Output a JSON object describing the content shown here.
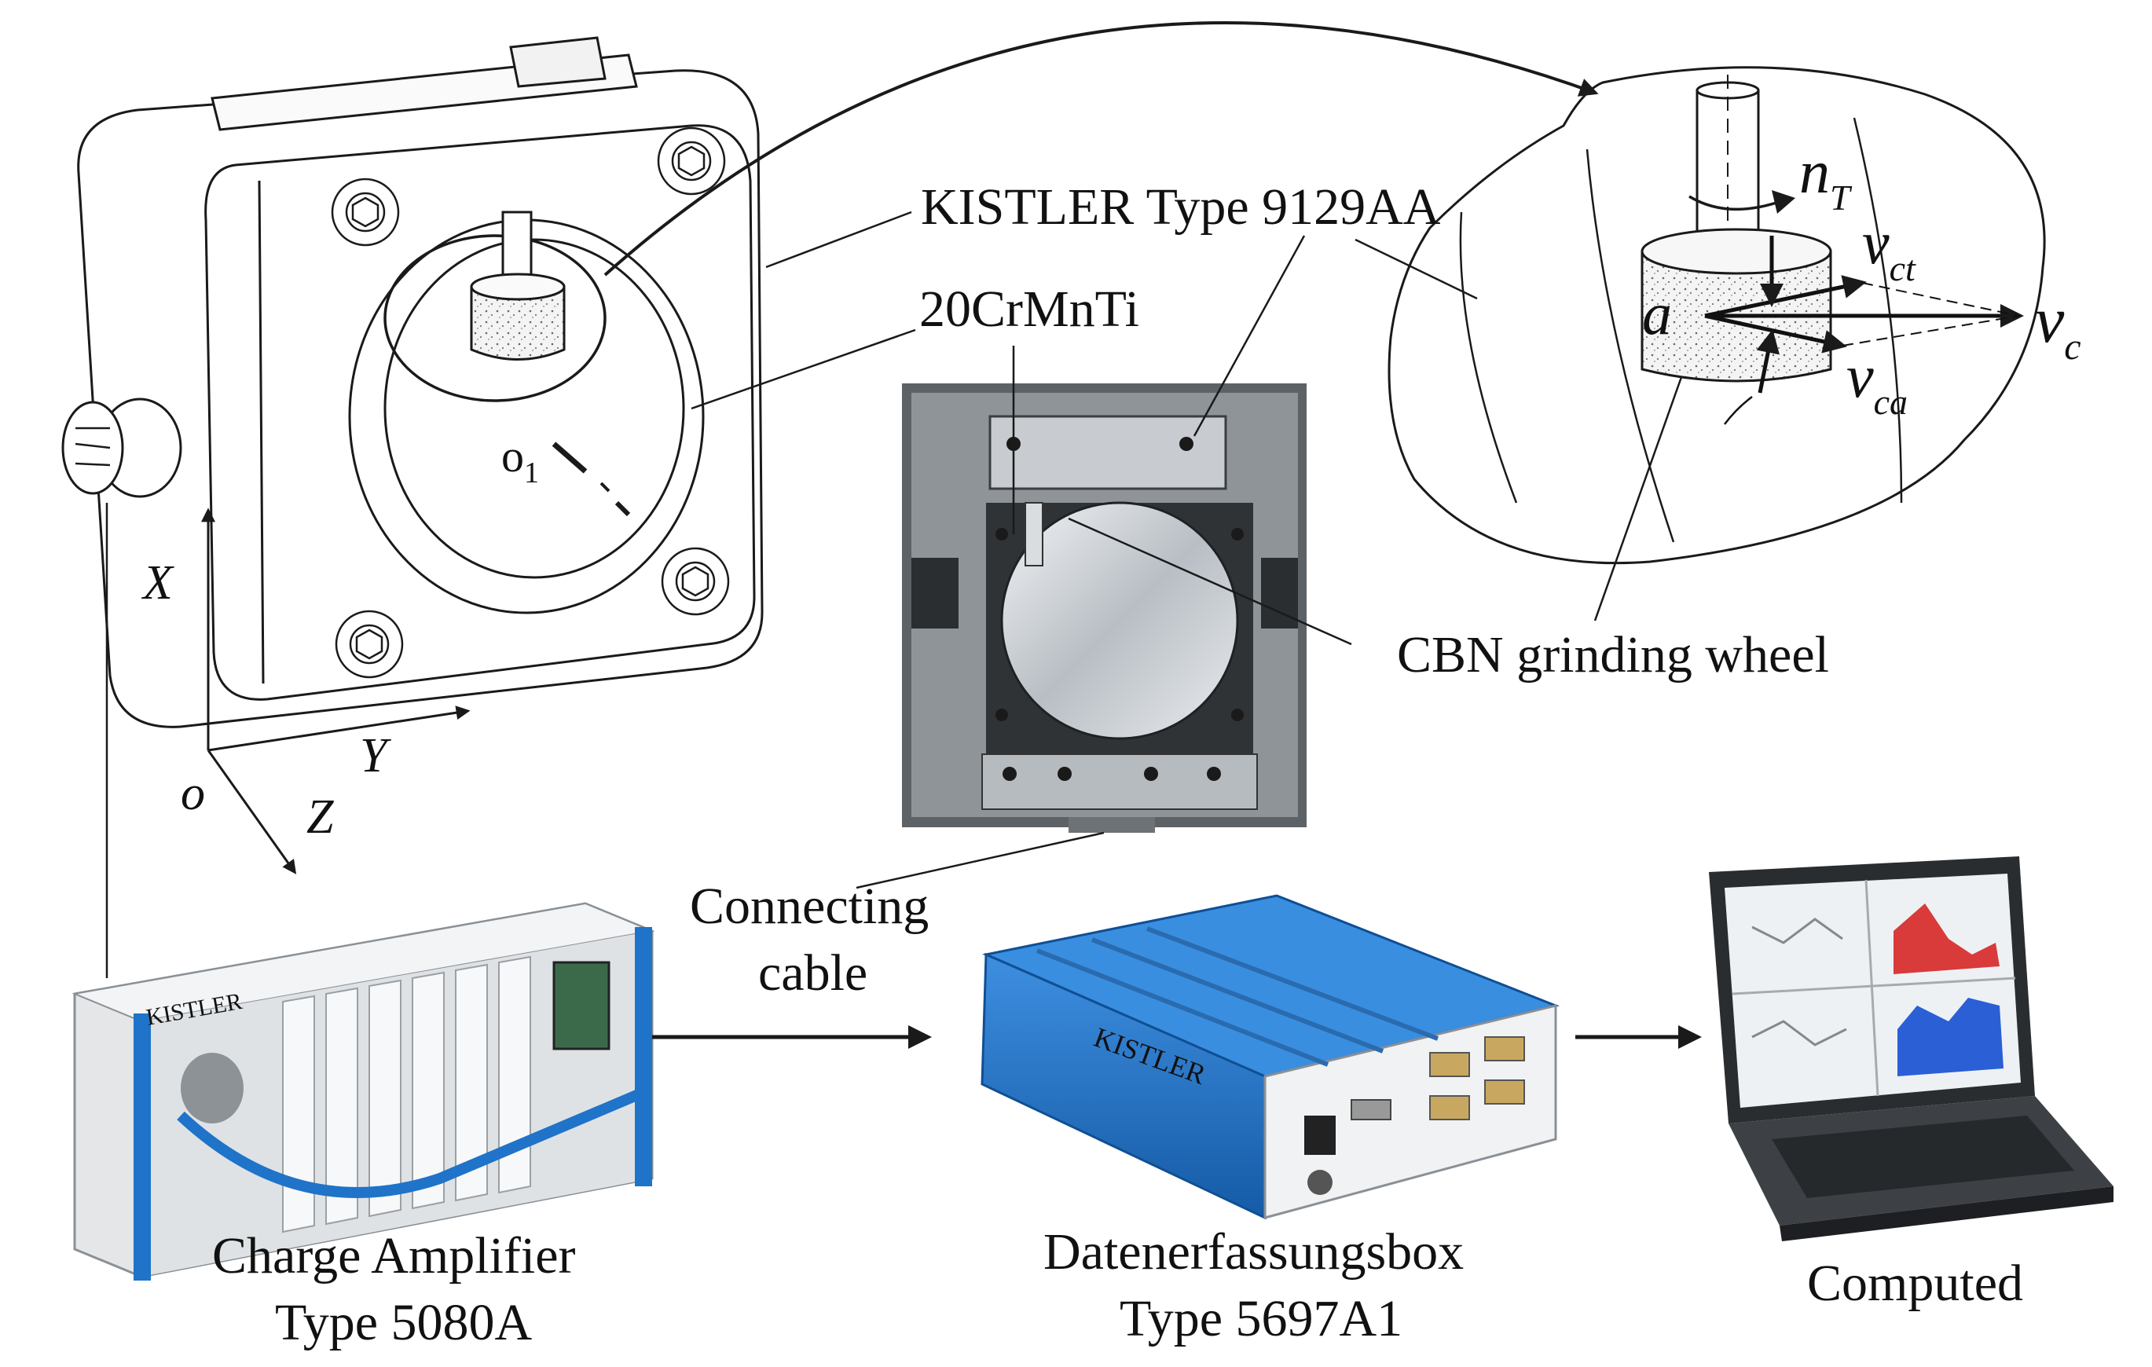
{
  "labels": {
    "kistler_type": "KISTLER Type 9129AA",
    "workpiece_material": "20CrMnTi",
    "cbn_wheel": "CBN grinding wheel",
    "connecting_cable_line1": "Connecting",
    "connecting_cable_line2": "cable",
    "charge_amplifier_line1": "Charge Amplifier",
    "charge_amplifier_line2": "Type 5080A",
    "daq_box_line1": "Datenerfassungsbox",
    "daq_box_line2": "Type 5697A1",
    "computer": "Computed"
  },
  "axes": {
    "x": "X",
    "y": "Y",
    "z": "Z",
    "origin": "o",
    "center": "o",
    "center_sub": "1"
  },
  "symbols": {
    "n": "n",
    "n_sub": "T",
    "vct": "v",
    "vct_sub": "ct",
    "vca": "v",
    "vca_sub": "ca",
    "vc": "v",
    "vc_sub": "c",
    "a": "a"
  },
  "device_branding": {
    "amp_brand": "KISTLER",
    "box_brand": "KISTLER"
  },
  "colors": {
    "line": "#1a1a1a",
    "device_blue": "#1f73c8",
    "device_blue_dark": "#145a9e",
    "amp_body": "#e4e6e8",
    "photo_metal": "#a9aeb2",
    "chart_red": "#d93a3a",
    "chart_blue": "#2a5fd6"
  }
}
